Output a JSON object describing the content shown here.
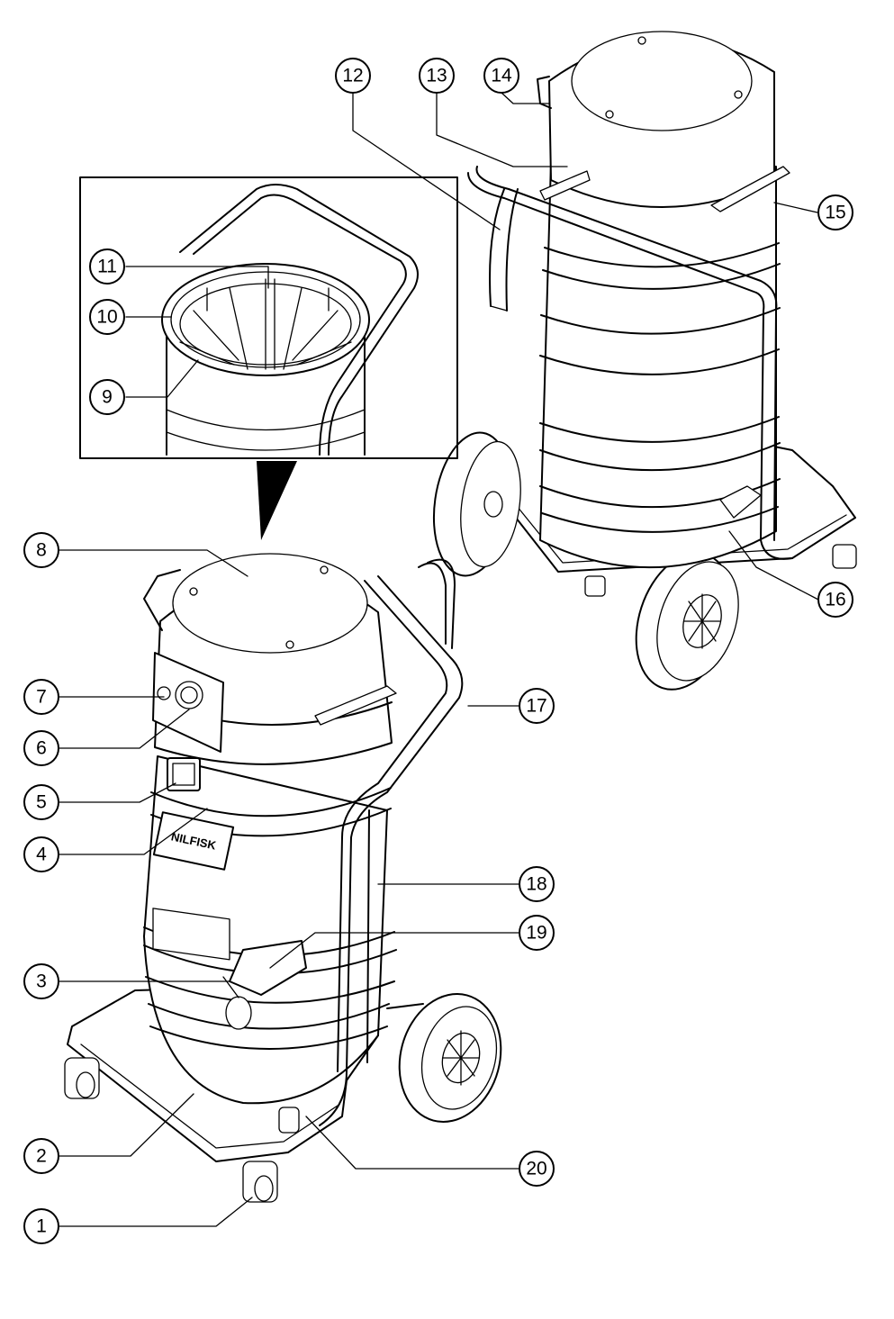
{
  "callouts": [
    {
      "id": "c1",
      "label": "1"
    },
    {
      "id": "c2",
      "label": "2"
    },
    {
      "id": "c3",
      "label": "3"
    },
    {
      "id": "c4",
      "label": "4"
    },
    {
      "id": "c5",
      "label": "5"
    },
    {
      "id": "c6",
      "label": "6"
    },
    {
      "id": "c7",
      "label": "7"
    },
    {
      "id": "c8",
      "label": "8"
    },
    {
      "id": "c9",
      "label": "9"
    },
    {
      "id": "c10",
      "label": "10"
    },
    {
      "id": "c11",
      "label": "11"
    },
    {
      "id": "c12",
      "label": "12"
    },
    {
      "id": "c13",
      "label": "13"
    },
    {
      "id": "c14",
      "label": "14"
    },
    {
      "id": "c15",
      "label": "15"
    },
    {
      "id": "c16",
      "label": "16"
    },
    {
      "id": "c17",
      "label": "17"
    },
    {
      "id": "c18",
      "label": "18"
    },
    {
      "id": "c19",
      "label": "19"
    },
    {
      "id": "c20",
      "label": "20"
    }
  ],
  "brand_label": "NILFISK"
}
